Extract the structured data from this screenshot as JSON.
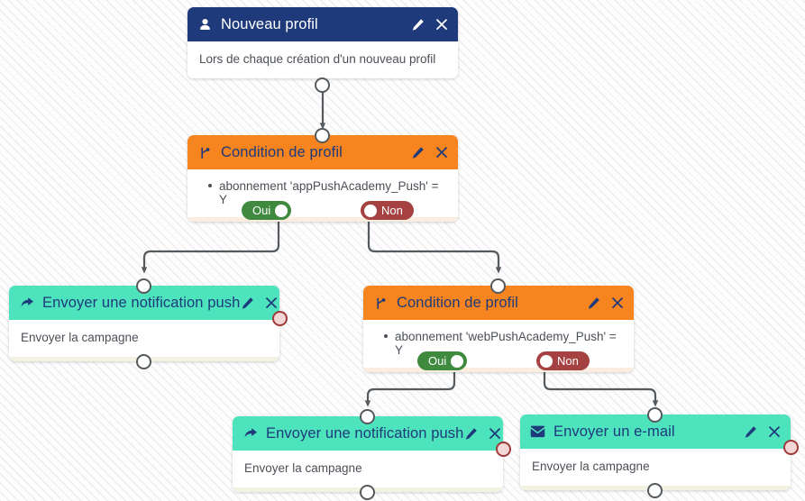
{
  "canvas": {
    "background_color": "#fdfdfd",
    "hatch_color": "#e9e9ec"
  },
  "colors": {
    "navy": "#1f3a7a",
    "orange": "#f6841f",
    "teal": "#4ce3bd",
    "yes_green": "#3f8a3f",
    "no_red": "#a54141",
    "wire": "#555a5e",
    "port_red_fill": "#f3d7d7",
    "port_red_border": "#9e3a3a"
  },
  "workflow": {
    "nodes": [
      {
        "id": "trigger",
        "title": "Nouveau profil",
        "icon": "user-icon",
        "header_style": "navy",
        "body": "Lors de chaque création d'un nouveau profil",
        "edit_label": "Modifier",
        "close_label": "Supprimer"
      },
      {
        "id": "condition-1",
        "title": "Condition de profil",
        "icon": "branch-icon",
        "header_style": "orange",
        "body": "abonnement 'appPushAcademy_Push' = Y",
        "edit_label": "Modifier",
        "close_label": "Supprimer",
        "branches": {
          "yes": "Oui",
          "no": "Non"
        }
      },
      {
        "id": "push-1",
        "title": "Envoyer une notification push",
        "icon": "share-arrow-icon",
        "header_style": "teal",
        "body": "Envoyer la campagne",
        "edit_label": "Modifier",
        "close_label": "Supprimer"
      },
      {
        "id": "condition-2",
        "title": "Condition de profil",
        "icon": "branch-icon",
        "header_style": "orange",
        "body": "abonnement 'webPushAcademy_Push' = Y",
        "edit_label": "Modifier",
        "close_label": "Supprimer",
        "branches": {
          "yes": "Oui",
          "no": "Non"
        }
      },
      {
        "id": "push-2",
        "title": "Envoyer une notification push",
        "icon": "share-arrow-icon",
        "header_style": "teal",
        "body": "Envoyer la campagne",
        "edit_label": "Modifier",
        "close_label": "Supprimer"
      },
      {
        "id": "email-1",
        "title": "Envoyer un e-mail",
        "icon": "envelope-icon",
        "header_style": "teal",
        "body": "Envoyer la campagne",
        "edit_label": "Modifier",
        "close_label": "Supprimer"
      }
    ]
  }
}
